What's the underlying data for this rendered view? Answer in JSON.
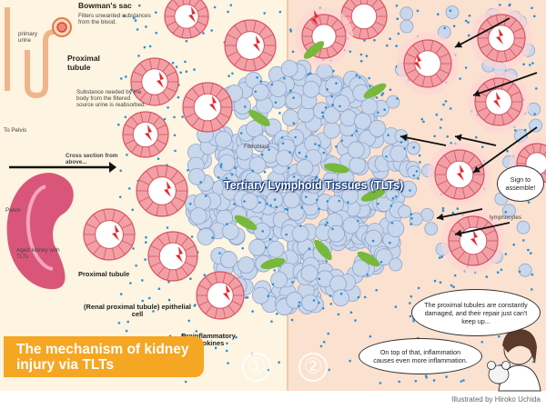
{
  "labels": {
    "bowmans_sac": "Bowman's sac",
    "bowmans_desc": "Filters unwanted substances from the blood.",
    "primary_urine": "primary urine",
    "proximal_tubule_head": "Proximal tubule",
    "proximal_desc": "Substance needed by the body from the filtered source urine is reabsorbed.",
    "to_pelvis": "To Pelvis",
    "cross_section": "Cross section from above...",
    "pelvis": "Pelvis",
    "aged_kidney": "Aged kidney with TLTs",
    "proximal_tubule": "Proximal tubule",
    "renal_cell": "(Renal proximal tubule) epithelial cell",
    "fibroblast": "Fibroblast",
    "tlt": "Tertiary Lymphoid Tissues (TLTs)",
    "cytokines": "Proinflammatory cytokines",
    "sign": "Sign to assemble!",
    "lymphocytes": "lymphocytes",
    "bubble1": "The proximal tubules are constantly damaged, and their repair just can't keep up...",
    "bubble2": "On top of that, inflammation causes even more inflammation.",
    "title": "The mechanism of kidney injury via TLTs",
    "panel1": "①",
    "panel2": "②",
    "credit": "Illustrated by Hiroko Uchida"
  },
  "colors": {
    "left_bg": "#fdf4e1",
    "right_bg": "#fbe1cf",
    "tlt_cell": "#c9d7ec",
    "tlt_cell_edge": "#8ea6cc",
    "dot": "#2a8fd6",
    "tubule": "#f2a0a6",
    "tubule_edge": "#d4545f",
    "lightning": "#e8262c",
    "fibroblast": "#78b83a",
    "kidney": "#d9567a",
    "title_bg": "#f5a623"
  }
}
